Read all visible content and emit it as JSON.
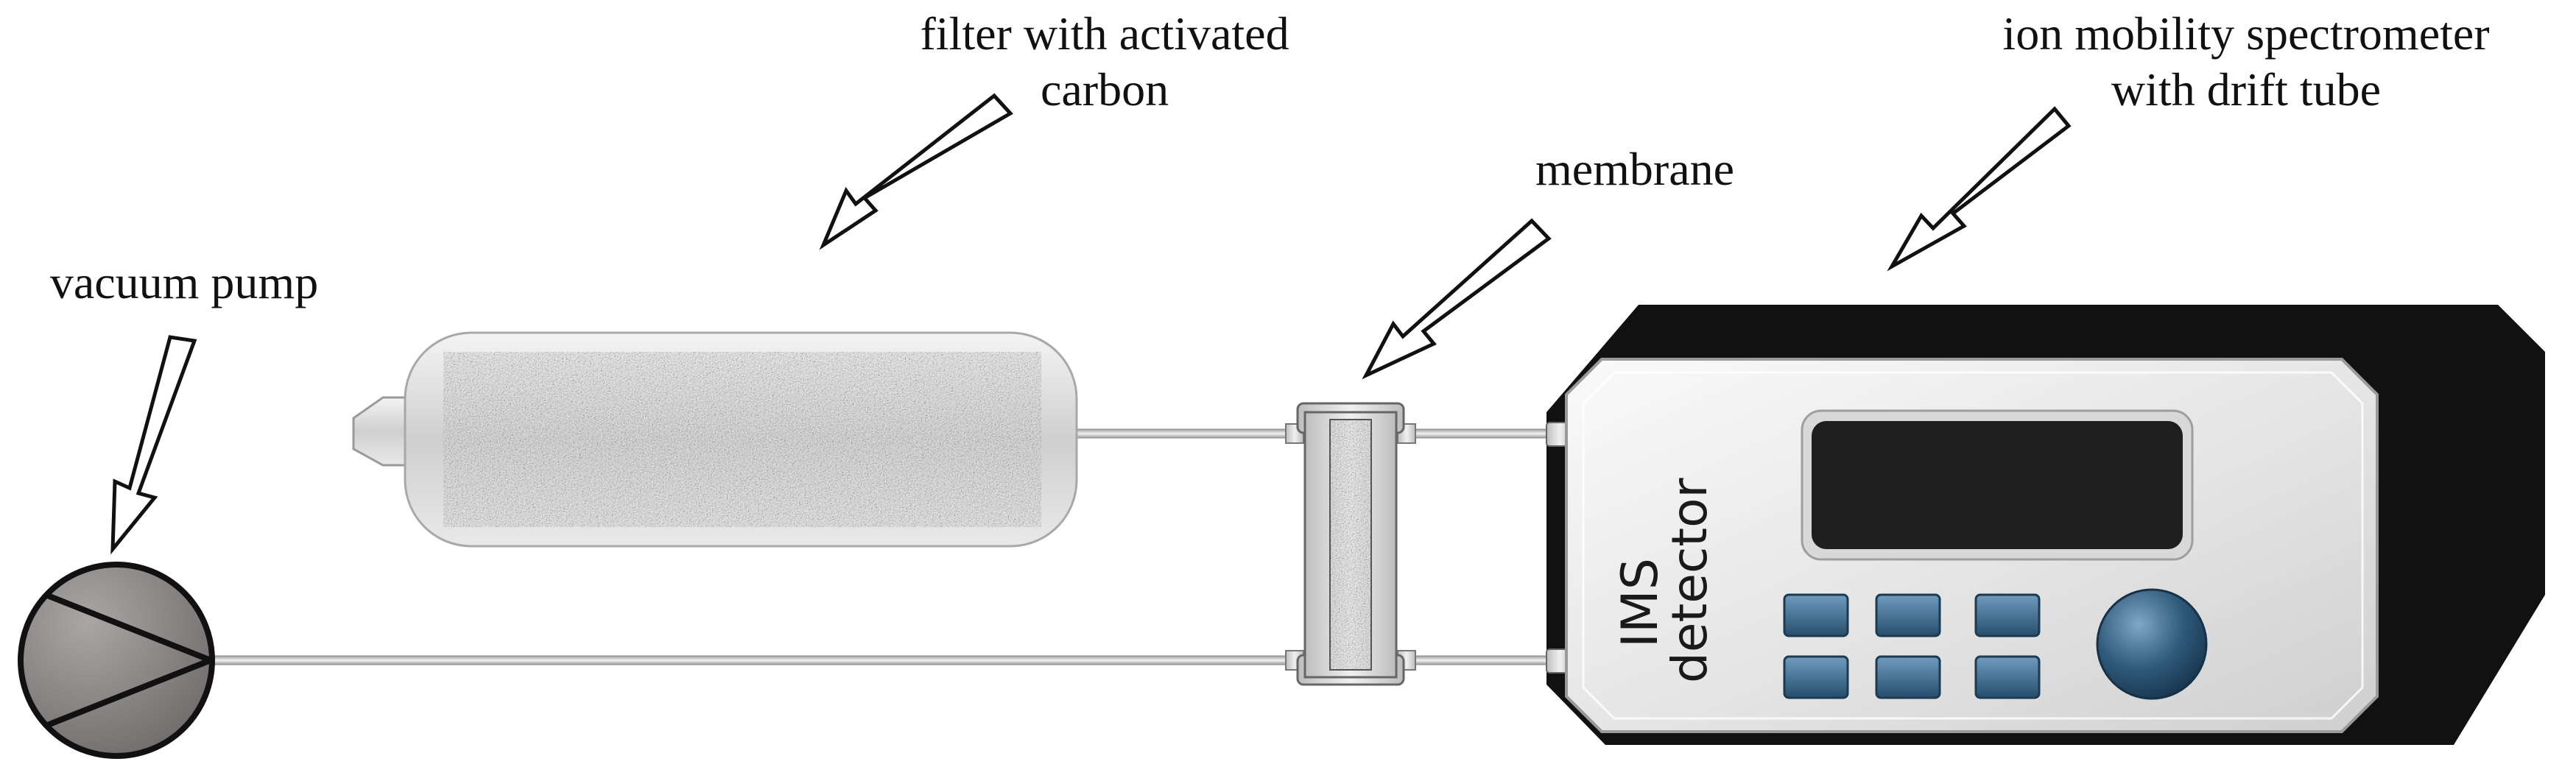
{
  "labels": {
    "filter": {
      "line1": "filter with activated",
      "line2": "carbon"
    },
    "ims": {
      "line1": "ion mobility spectrometer",
      "line2": "with drift tube"
    },
    "membrane": "membrane",
    "pump": "vacuum pump"
  },
  "device": {
    "line1": "IMS",
    "line2": "detector",
    "button_rows": 2,
    "button_columns": 3
  },
  "colors": {
    "outline": "#1a1a1a",
    "tube": "#c8c8c8",
    "device_body": "#e6e6e6",
    "device_shadow": "#111111",
    "screen": "#1e1e1e",
    "button": "#3b6a8c",
    "knob": "#2f5a7a",
    "pump_fill": "#8a8686",
    "filter_granules": "#9a9a9a"
  }
}
